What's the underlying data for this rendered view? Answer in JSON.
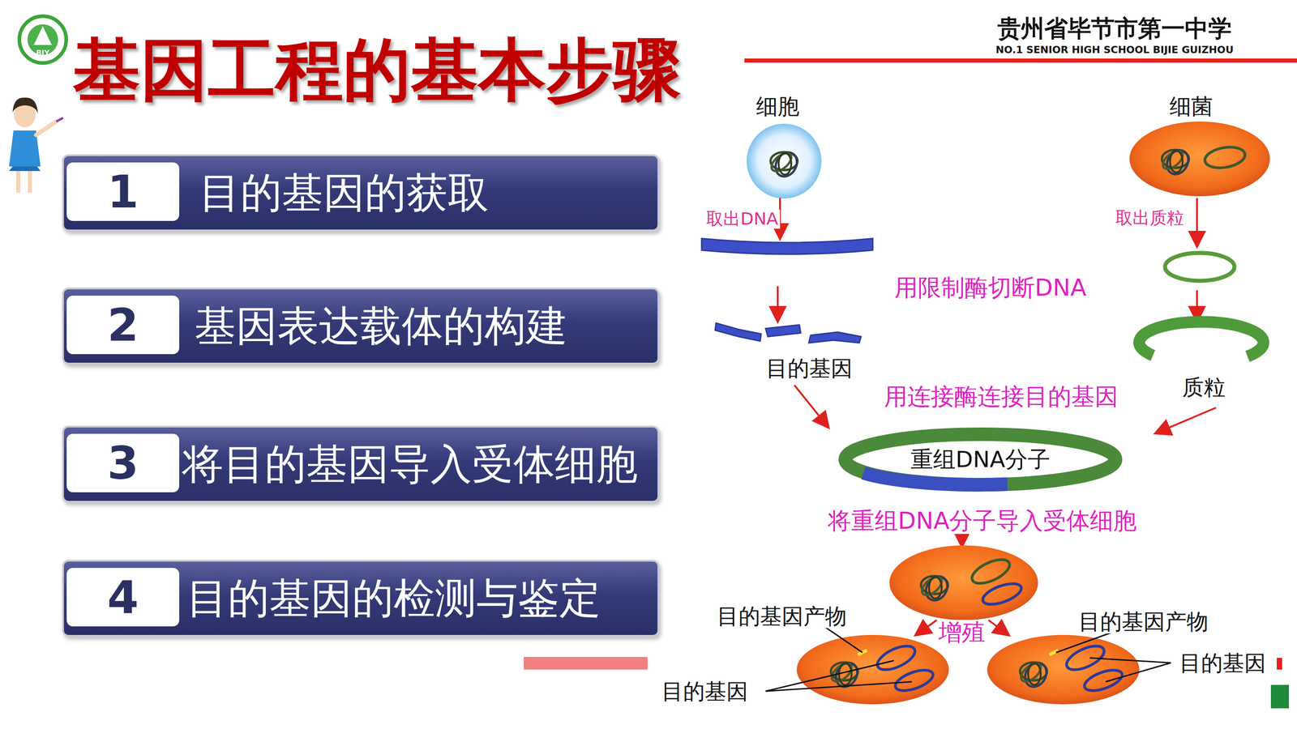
{
  "diagram": {
    "title": "基因工程的基本步骤",
    "nodes": [
      {
        "text": [
          "目的基因的获取"
        ]
      },
      {
        "text": [
          "1"
        ],
        "in": 0
      },
      {
        "text": [
          "基因表达载体的构建"
        ]
      },
      {
        "text": [
          "2"
        ],
        "in": 2
      },
      {
        "text": [
          "将目的基因导入受体细胞"
        ]
      },
      {
        "text": [
          "3"
        ],
        "in": 4
      },
      {
        "text": [
          "目的基因的检测与鉴定"
        ]
      },
      {
        "text": [
          "4"
        ],
        "in": 6
      },
      {
        "text": [
          "重组DNA分子"
        ]
      }
    ],
    "edges": [],
    "labels": [
      "BJY",
      "贵州省毕节市第一中学",
      "NO.1 SENIOR HIGH SCHOOL BIJIE GUIZHOU",
      "细胞",
      "细菌",
      "取出DNA",
      "取出质粒",
      "用限制酶切断DNA",
      "目的基因",
      "质粒",
      "用连接酶连接目的基因",
      "将重组DNA分子导入受体细胞",
      "增殖",
      "目的基因产物",
      "目的基因产物",
      "目的基因",
      "目的基因"
    ]
  }
}
